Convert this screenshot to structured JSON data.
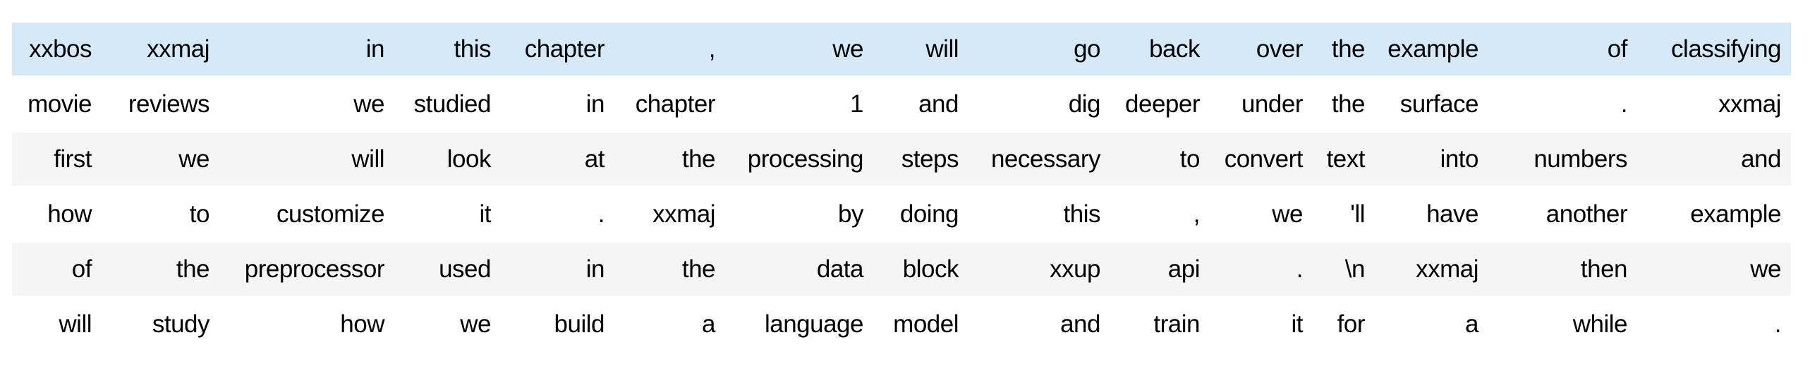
{
  "table": {
    "kind": "tokenized-text-dataframe",
    "row_count": 6,
    "col_count": 15,
    "highlighted_row_index": 0,
    "rows": [
      [
        "xxbos",
        "xxmaj",
        "in",
        "this",
        "chapter",
        ",",
        "we",
        "will",
        "go",
        "back",
        "over",
        "the",
        "example",
        "of",
        "classifying"
      ],
      [
        "movie",
        "reviews",
        "we",
        "studied",
        "in",
        "chapter",
        "1",
        "and",
        "dig",
        "deeper",
        "under",
        "the",
        "surface",
        ".",
        "xxmaj"
      ],
      [
        "first",
        "we",
        "will",
        "look",
        "at",
        "the",
        "processing",
        "steps",
        "necessary",
        "to",
        "convert",
        "text",
        "into",
        "numbers",
        "and"
      ],
      [
        "how",
        "to",
        "customize",
        "it",
        ".",
        "xxmaj",
        "by",
        "doing",
        "this",
        ",",
        "we",
        "'ll",
        "have",
        "another",
        "example"
      ],
      [
        "of",
        "the",
        "preprocessor",
        "used",
        "in",
        "the",
        "data",
        "block",
        "xxup",
        "api",
        ".",
        "\\n",
        "xxmaj",
        "then",
        "we"
      ],
      [
        "will",
        "study",
        "how",
        "we",
        "build",
        "a",
        "language",
        "model",
        "and",
        "train",
        "it",
        "for",
        "a",
        "while",
        "."
      ]
    ]
  },
  "colors": {
    "highlight_row_bg": "#d6e9f9",
    "stripe_row_bg": "#f5f5f5",
    "plain_row_bg": "#ffffff",
    "text": "#000000",
    "page_background": "#ffffff"
  }
}
